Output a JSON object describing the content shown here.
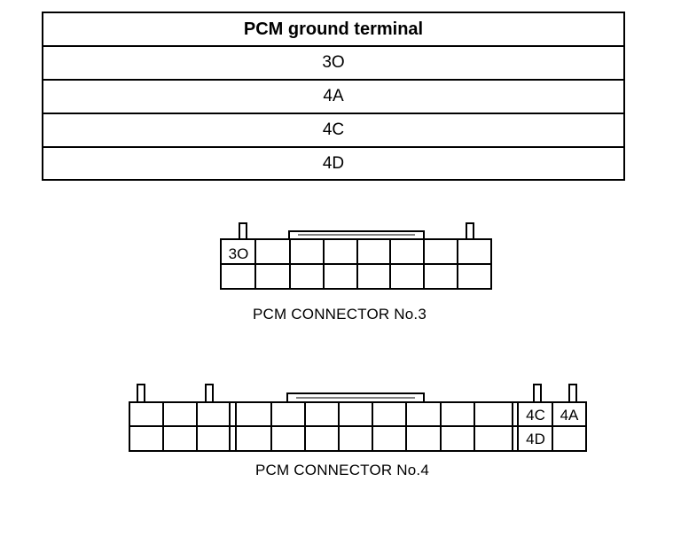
{
  "table": {
    "header": "PCM ground terminal",
    "rows": [
      "3O",
      "4A",
      "4C",
      "4D"
    ]
  },
  "connector3": {
    "caption": "PCM CONNECTOR No.3",
    "labels": {
      "top_1": "3O"
    }
  },
  "connector4": {
    "caption": "PCM CONNECTOR No.4",
    "labels": {
      "top_11": "4C",
      "top_12": "4A",
      "bottom_11": "4D"
    }
  }
}
